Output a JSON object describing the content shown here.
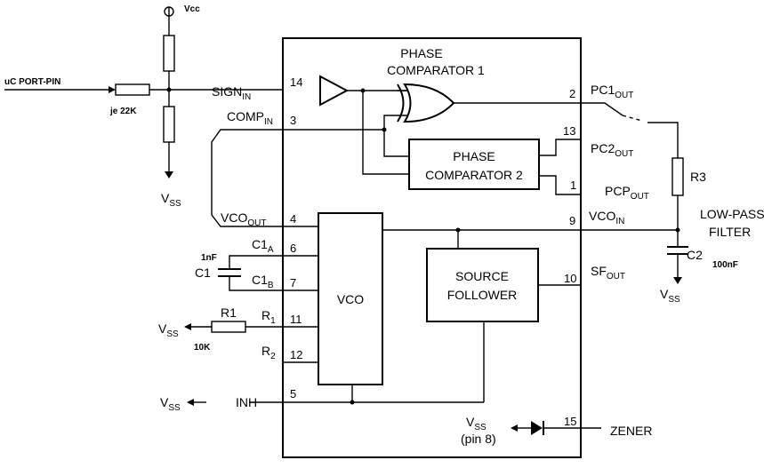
{
  "labels": {
    "vcc": "Vcc",
    "uc_port_pin": "uC PORT-PIN",
    "resistor_note": "je 22K",
    "vss": "V",
    "vss_sub": "SS",
    "sign": "SIGN",
    "sign_sub": "IN",
    "comp": "COMP",
    "comp_sub": "IN",
    "vco_out": "VCO",
    "vco_out_sub": "OUT",
    "c1a": "C1",
    "c1a_sub": "A",
    "c1b": "C1",
    "c1b_sub": "B",
    "c1": "C1",
    "c1_value": "1nF",
    "r1_text": "R",
    "r1_sub": "1",
    "r2_text": "R",
    "r2_sub": "2",
    "r1_part": "R1",
    "r1_value": "10K",
    "inh": "INH",
    "pc1_out": "PC1",
    "pc1_out_sub": "OUT",
    "pc2_out": "PC2",
    "pc2_out_sub": "OUT",
    "pcp_out": "PCP",
    "pcp_out_sub": "OUT",
    "vco_in": "VCO",
    "vco_in_sub": "IN",
    "sf_out": "SF",
    "sf_out_sub": "OUT",
    "zener": "ZENER",
    "r3": "R3",
    "c2": "C2",
    "c2_value": "100nF",
    "low_pass_line1": "LOW-PASS",
    "low_pass_line2": "FILTER",
    "pin8": "(pin 8)"
  },
  "blocks": {
    "phase_comp1_line1": "PHASE",
    "phase_comp1_line2": "COMPARATOR 1",
    "phase_comp2_line1": "PHASE",
    "phase_comp2_line2": "COMPARATOR 2",
    "vco": "VCO",
    "source_follower_line1": "SOURCE",
    "source_follower_line2": "FOLLOWER"
  },
  "pins": {
    "p14": "14",
    "p3": "3",
    "p4": "4",
    "p6": "6",
    "p7": "7",
    "p11": "11",
    "p12": "12",
    "p5": "5",
    "p2": "2",
    "p13": "13",
    "p1": "1",
    "p9": "9",
    "p10": "10",
    "p15": "15"
  }
}
